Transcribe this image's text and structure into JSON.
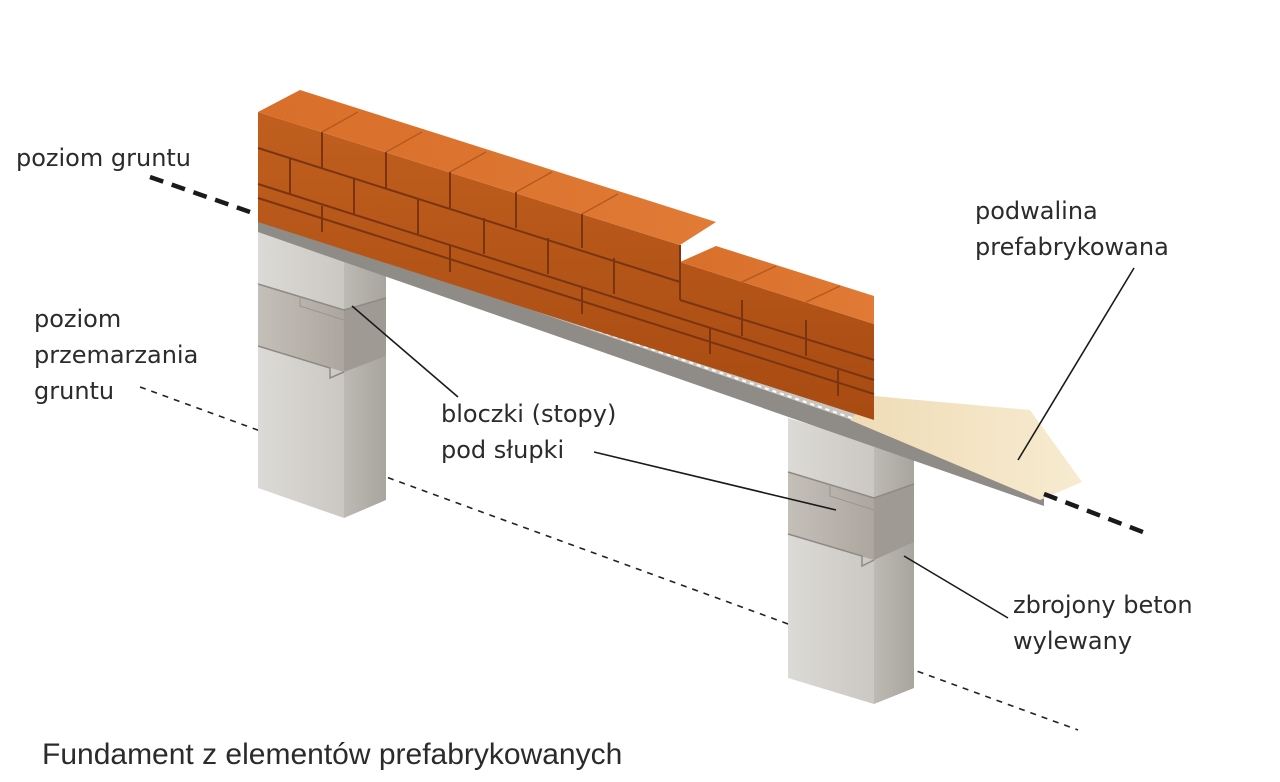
{
  "labels": {
    "ground_level": "poziom gruntu",
    "frost_level": [
      "poziom",
      "przemarzania",
      "gruntu"
    ],
    "blocks": [
      "bloczki (stopy)",
      "pod słupki"
    ],
    "beam": [
      "podwalina",
      "prefabrykowana"
    ],
    "concrete": [
      "zbrojony beton",
      "wylewany"
    ]
  },
  "caption": "Fundament z elementów prefabrykowanych",
  "colors": {
    "brick_front": "#b85718",
    "brick_top": "#d4712c",
    "mortar": "#7a3510",
    "concrete_light": "#d6d4d0",
    "concrete_dark": "#a9a5a0",
    "block": "#b5b0a9",
    "beam": "#8f8c88",
    "beam_end": "#f2e3c2",
    "line": "#222222"
  }
}
